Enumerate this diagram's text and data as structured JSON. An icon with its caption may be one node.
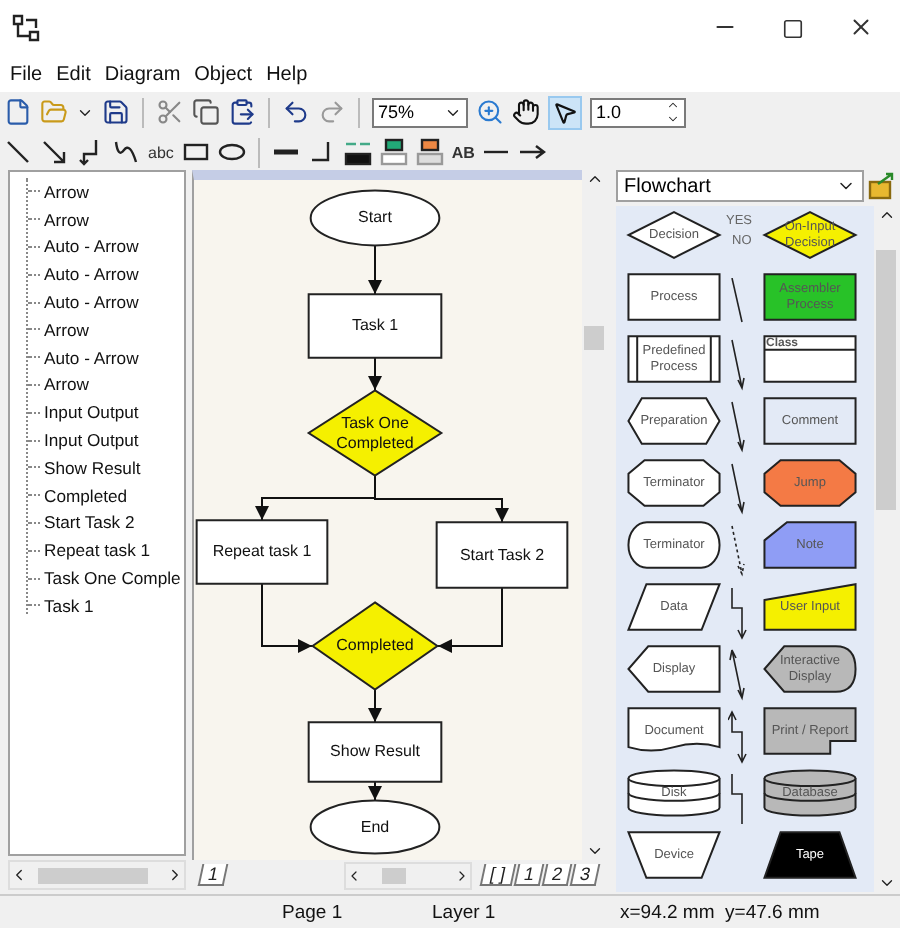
{
  "diagram": {
    "nodes": [
      {
        "text": [
          "Start"
        ]
      },
      {
        "text": [
          "Task 1"
        ]
      },
      {
        "text": [
          "Task One Completed"
        ]
      },
      {
        "text": [
          "Repeat task 1"
        ]
      },
      {
        "text": [
          "Start Task 2"
        ]
      },
      {
        "text": [
          "Completed"
        ]
      },
      {
        "text": [
          "Show Result"
        ]
      },
      {
        "text": [
          "End"
        ]
      },
      {
        "text": [
          "Decision"
        ]
      },
      {
        "text": [
          "On-Input Decision"
        ]
      },
      {
        "text": [
          "Process"
        ]
      },
      {
        "text": [
          "Assembler Process"
        ]
      },
      {
        "text": [
          "Predefined Process"
        ]
      },
      {
        "text": [
          "Class"
        ]
      },
      {
        "text": [
          "Preparation"
        ]
      },
      {
        "text": [
          "Comment"
        ]
      },
      {
        "text": [
          "Terminator"
        ]
      },
      {
        "text": [
          "Jump"
        ]
      },
      {
        "text": [
          "Terminator"
        ]
      },
      {
        "text": [
          "Note"
        ]
      },
      {
        "text": [
          "Data"
        ]
      },
      {
        "text": [
          "User Input"
        ]
      },
      {
        "text": [
          "Display"
        ]
      },
      {
        "text": [
          "Interactive Display"
        ]
      },
      {
        "text": [
          "Document"
        ]
      },
      {
        "text": [
          "Print / Report"
        ]
      },
      {
        "text": [
          "Disk"
        ]
      },
      {
        "text": [
          "Database"
        ]
      },
      {
        "text": [
          "Device"
        ]
      },
      {
        "text": [
          "Tape"
        ]
      }
    ],
    "edges": [
      {
        "from": 0,
        "to": 1,
        "arrow": "to"
      },
      {
        "from": 1,
        "to": 2,
        "arrow": "to"
      },
      {
        "from": 2,
        "to": 3,
        "arrow": "to"
      },
      {
        "from": 2,
        "to": 4,
        "arrow": "to"
      },
      {
        "from": 3,
        "to": 5,
        "arrow": "to"
      },
      {
        "from": 4,
        "to": 5,
        "arrow": "to"
      },
      {
        "from": 5,
        "to": 6,
        "arrow": "to"
      },
      {
        "from": 6,
        "to": 7,
        "arrow": "to"
      }
    ],
    "labels": [
      "File",
      "Edit",
      "Diagram",
      "Object",
      "Help",
      "75%",
      "1.0",
      "abc",
      "AB",
      "Arrow",
      "Arrow",
      "Auto - Arrow",
      "Auto - Arrow",
      "Auto - Arrow",
      "Arrow",
      "Auto - Arrow",
      "Arrow",
      "Input Output",
      "Input Output",
      "Show Result",
      "Completed",
      "Start Task 2",
      "Repeat task 1",
      "Task One Comple",
      "Task 1",
      "Flowchart",
      "YES",
      "NO",
      "1",
      "[ ]",
      "1",
      "2",
      "3",
      "Page 1",
      "Layer 1",
      "x=94.2 mm  y=47.6 mm"
    ]
  }
}
